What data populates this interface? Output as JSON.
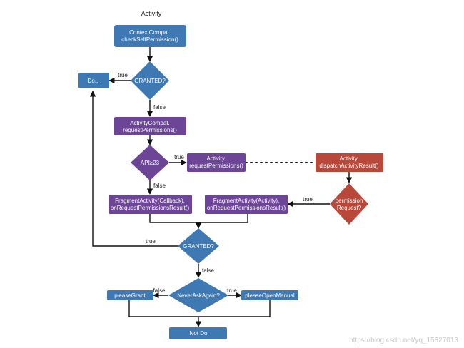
{
  "title": "Activity",
  "colors": {
    "blue": "#3e79b4",
    "purple": "#6c4596",
    "red": "#b8483a"
  },
  "nodes": {
    "check_self_permission": [
      "ContextCompat.",
      "checkSelfPermission()"
    ],
    "granted_1": [
      "GRANTED?"
    ],
    "do": [
      "Do..."
    ],
    "request_permissions_compat": [
      "ActivityCompat.",
      "requestPermissions()"
    ],
    "api_check": [
      "API≥23"
    ],
    "activity_request_permissions": [
      "Activity.",
      "requestPermissions()"
    ],
    "dispatch_activity_result": [
      "Activity.",
      "dispatchActivityResult()"
    ],
    "permission_request": [
      "permission",
      "Request?"
    ],
    "fragment_callback": [
      "FragmentActivity(Callback).",
      "onRequestPermissionsResult()"
    ],
    "fragment_activity": [
      "FragmentActivity(Activity).",
      "onRequestPermissionsResult()"
    ],
    "granted_2": [
      "GRANTED?"
    ],
    "never_ask_again": [
      "NeverAskAgain?"
    ],
    "please_grant": [
      "pleaseGrant"
    ],
    "please_open_manual": [
      "pleaseOpenManual"
    ],
    "not_do": [
      "Not Do"
    ]
  },
  "edge_labels": {
    "granted1_true": "true",
    "granted1_false": "false",
    "api_true": "true",
    "api_false": "false",
    "perm_true": "true",
    "granted2_true": "true",
    "granted2_false": "false",
    "never_false": "false",
    "never_true": "true"
  },
  "watermark": "https://blog.csdn.net/yq_15827013"
}
